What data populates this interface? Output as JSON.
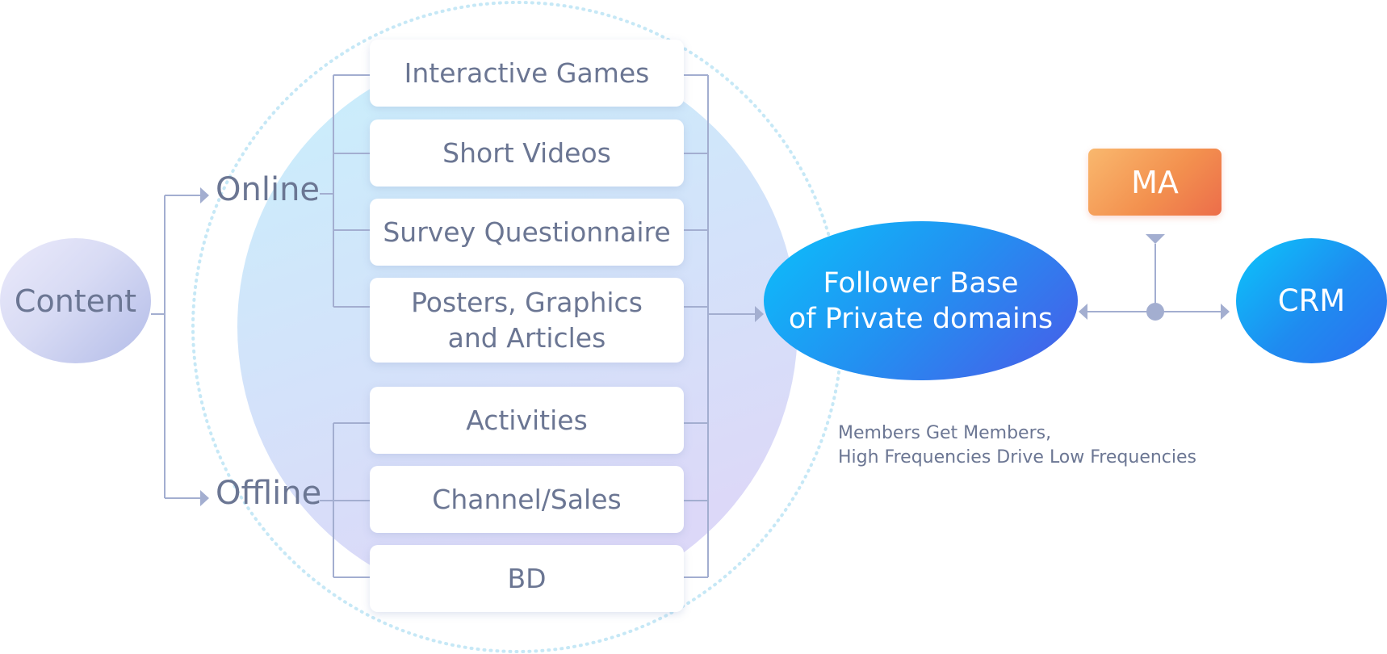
{
  "colors": {
    "connector": "#a3aed0",
    "text": "#6b7693",
    "outer_ring": "#c6e8f6",
    "circle_top": "#c8f0fc",
    "circle_bottom": "#dcd8f8"
  },
  "source": {
    "label": "Content"
  },
  "categories": {
    "online": "Online",
    "offline": "Offline"
  },
  "channels": {
    "online": [
      "Interactive Games",
      "Short Videos",
      "Survey Questionnaire",
      "Posters, Graphics"
    ],
    "online_last_line2": "and Articles",
    "offline": [
      "Activities",
      "Channel/Sales",
      "BD"
    ]
  },
  "hub": {
    "line1": "Follower Base",
    "line2": "of Private domains"
  },
  "note": {
    "line1": "Members Get Members,",
    "line2": "High Frequencies Drive Low Frequencies"
  },
  "ma": {
    "label": "MA"
  },
  "crm": {
    "label": "CRM"
  }
}
